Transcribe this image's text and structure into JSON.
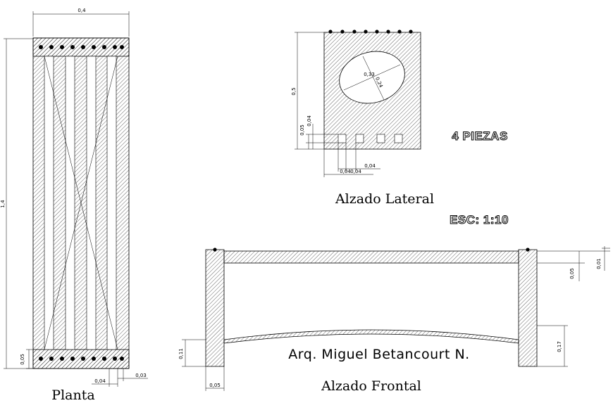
{
  "labels": {
    "planta": "Planta",
    "alzado_lateral": "Alzado Lateral",
    "alzado_frontal": "Alzado Frontal",
    "pieces": "4 PIEZAS",
    "scale": "ESC: 1:10",
    "author": "Arq. Miguel Betancourt N."
  },
  "dimensions": {
    "plan_width": "0,4",
    "plan_height": "1,4",
    "plan_bottom_band": "0,05",
    "plan_slat_gap": "0,04",
    "plan_edge": "0,03",
    "side_height": "0,5",
    "side_hole_height": "0,05",
    "side_hole_gap": "0,04",
    "side_hole_width_a": "0,04",
    "side_hole_width_b": "0,04",
    "side_hole_width_c": "0,04",
    "side_oval_a": "0,33",
    "side_oval_b": "0,24",
    "front_top_thickness": "0,05",
    "front_top_offset": "0,01",
    "front_leg_height": "0,11",
    "front_right_height": "0,17",
    "front_leg_width": "0,05"
  },
  "colors": {
    "line": "#000000",
    "background": "#ffffff"
  }
}
